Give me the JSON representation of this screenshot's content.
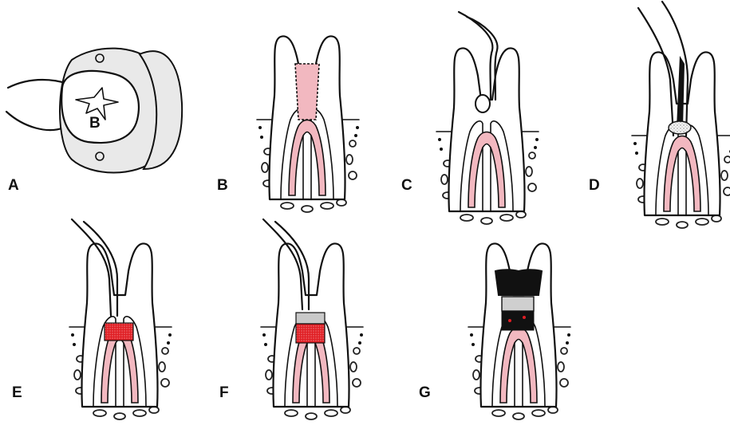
{
  "panels": [
    {
      "label": "A",
      "marker": "B",
      "color": "#111111"
    },
    {
      "label": "B"
    },
    {
      "label": "C"
    },
    {
      "label": "D"
    },
    {
      "label": "E",
      "material": "#e01e24"
    },
    {
      "label": "F",
      "material": "#e01e24",
      "liner": "#c9c9c9"
    },
    {
      "label": "G",
      "restoration": "#111111",
      "liner": "#cfcfcf"
    }
  ],
  "colors": {
    "pulp": "#f2b8c0",
    "filling_red": "#e01e24",
    "liner_gray": "#c9c9c9",
    "ink": "#111111"
  }
}
